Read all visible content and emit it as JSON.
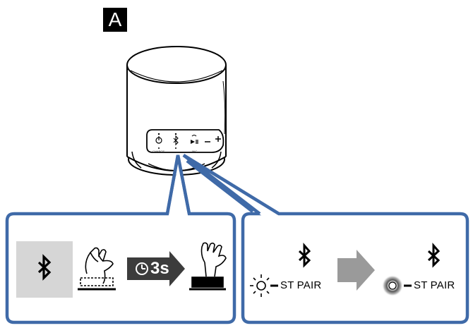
{
  "figure": {
    "step_label": "A",
    "duration_label": "3s",
    "status_label_before": "ST PAIR",
    "status_label_after": "ST PAIR",
    "speaker_button_labels": {
      "charge": "CHARGE",
      "mic": "MIC"
    }
  },
  "icons": {
    "bluetooth_button": "bluetooth-icon",
    "press_hand": "hand-press-icon",
    "clock": "clock-icon",
    "hold_hand": "hand-hold-icon",
    "indicator_blinking": "indicator-blinking-icon",
    "indicator_steady": "indicator-steady-icon",
    "arrow": "right-arrow-icon"
  },
  "colors": {
    "outline_blue": "#3F6AA8",
    "arrow_dark": "#3C3C3C",
    "arrow_gray": "#9A9A9A",
    "button_highlight": "#D6D6D6"
  }
}
